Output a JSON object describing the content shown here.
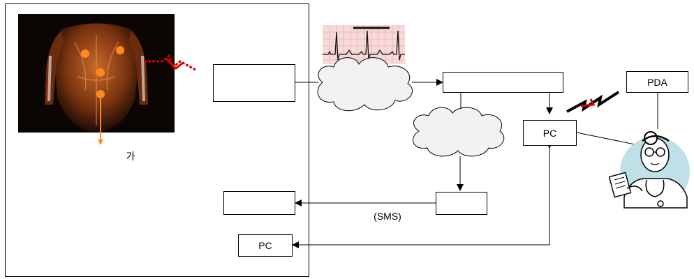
{
  "body_caption": "가",
  "nodes": {
    "pc_right": "PC",
    "pda": "PDA",
    "pc_bottom": "PC"
  },
  "edges": {
    "sms_label": "(SMS)"
  }
}
